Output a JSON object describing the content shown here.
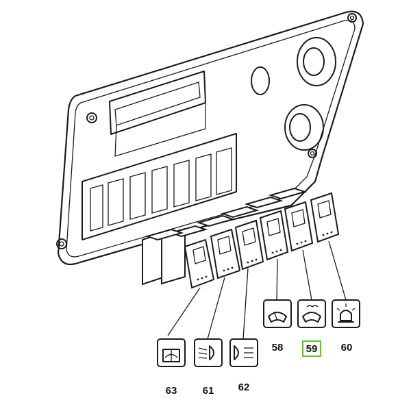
{
  "callouts": [
    {
      "id": "58",
      "label": "58",
      "icon": "front-wiper-icon"
    },
    {
      "id": "59",
      "label": "59",
      "icon": "windshield-washer-icon",
      "highlighted": true
    },
    {
      "id": "60",
      "label": "60",
      "icon": "beacon-light-icon"
    },
    {
      "id": "61",
      "label": "61",
      "icon": "headlight-icon"
    },
    {
      "id": "62",
      "label": "62",
      "icon": "work-light-icon"
    },
    {
      "id": "63",
      "label": "63",
      "icon": "rear-washer-icon"
    }
  ],
  "colors": {
    "line": "#1a1a1a",
    "highlight": "#6cbf3a",
    "background": "#ffffff"
  }
}
